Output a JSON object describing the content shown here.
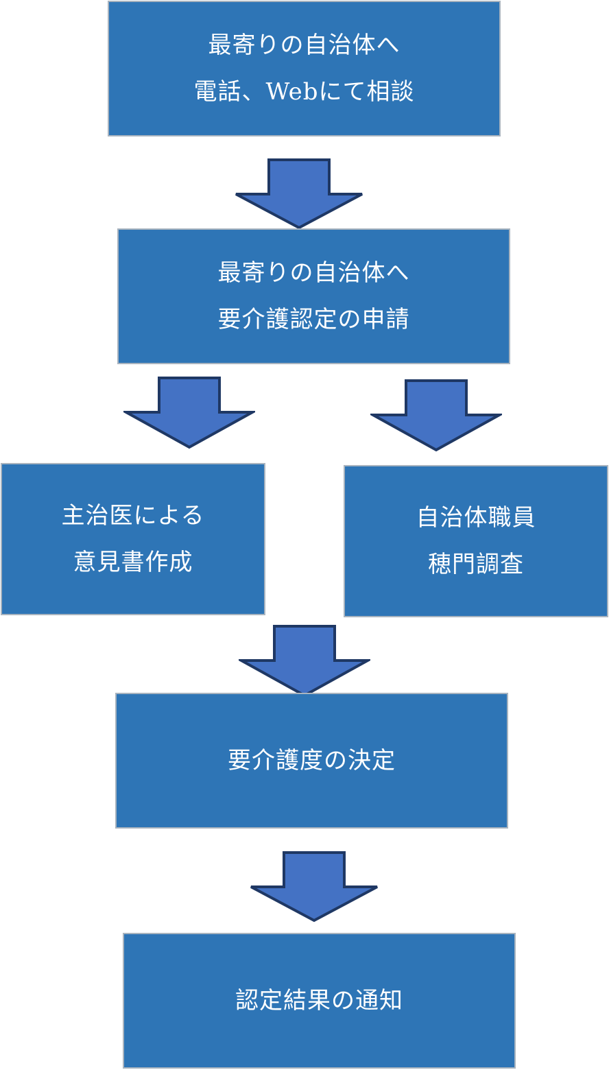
{
  "flow": {
    "step1": {
      "line1": "最寄りの自治体へ",
      "line2": "電話、Webにて相談"
    },
    "step2": {
      "line1": "最寄りの自治体へ",
      "line2": "要介護認定の申請"
    },
    "step3a": {
      "line1": "主治医による",
      "line2": "意見書作成"
    },
    "step3b": {
      "line1": "自治体職員",
      "line2": "穂門調査"
    },
    "step4": {
      "line1": "要介護度の決定"
    },
    "step5": {
      "line1": "認定結果の通知"
    }
  },
  "colors": {
    "box_fill": "#2e75b6",
    "box_border": "#a9b4bf",
    "arrow_fill": "#4472c4",
    "arrow_stroke": "#1f3864",
    "text": "#ffffff"
  }
}
